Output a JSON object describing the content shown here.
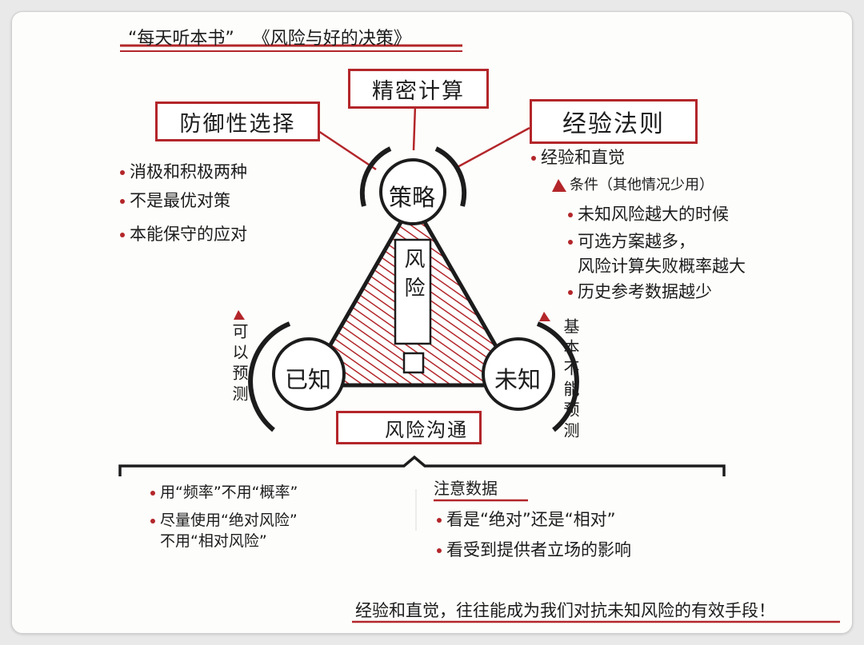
{
  "title": {
    "program": "“每天听本书”",
    "book": "《风险与好的决策》"
  },
  "top_box": "精密计算",
  "left_box": "防御性选择",
  "right_box": "经验法则",
  "center_circle": "策略",
  "left_circle": "已知",
  "right_circle": "未知",
  "triangle_text": "风险",
  "bottom_box": "风险沟通",
  "left_points": [
    "消极和积极两种",
    "不是最优对策",
    "本能保守的应对"
  ],
  "right_points": {
    "heading": "经验和直觉",
    "condition": "条件（其他情况少用）",
    "items": [
      "未知风险越大的时候",
      "可选方案越多，",
      "风险计算失败概率越大",
      "历史参考数据越少"
    ]
  },
  "left_vertical": "可以预测",
  "right_vertical": "基本不能预测",
  "bottom_left": [
    "用“频率”不用“概率”",
    "尽量使用“绝对风险”",
    "不用“相对风险”"
  ],
  "bottom_right": {
    "heading": "注意数据",
    "items": [
      "看是“绝对”还是“相对”",
      "看受到提供者立场的影响"
    ]
  },
  "footer": "经验和直觉，往往能成为我们对抗未知风险的有效手段！",
  "colors": {
    "accent": "#b3262a",
    "ink": "#1c1c1c"
  }
}
